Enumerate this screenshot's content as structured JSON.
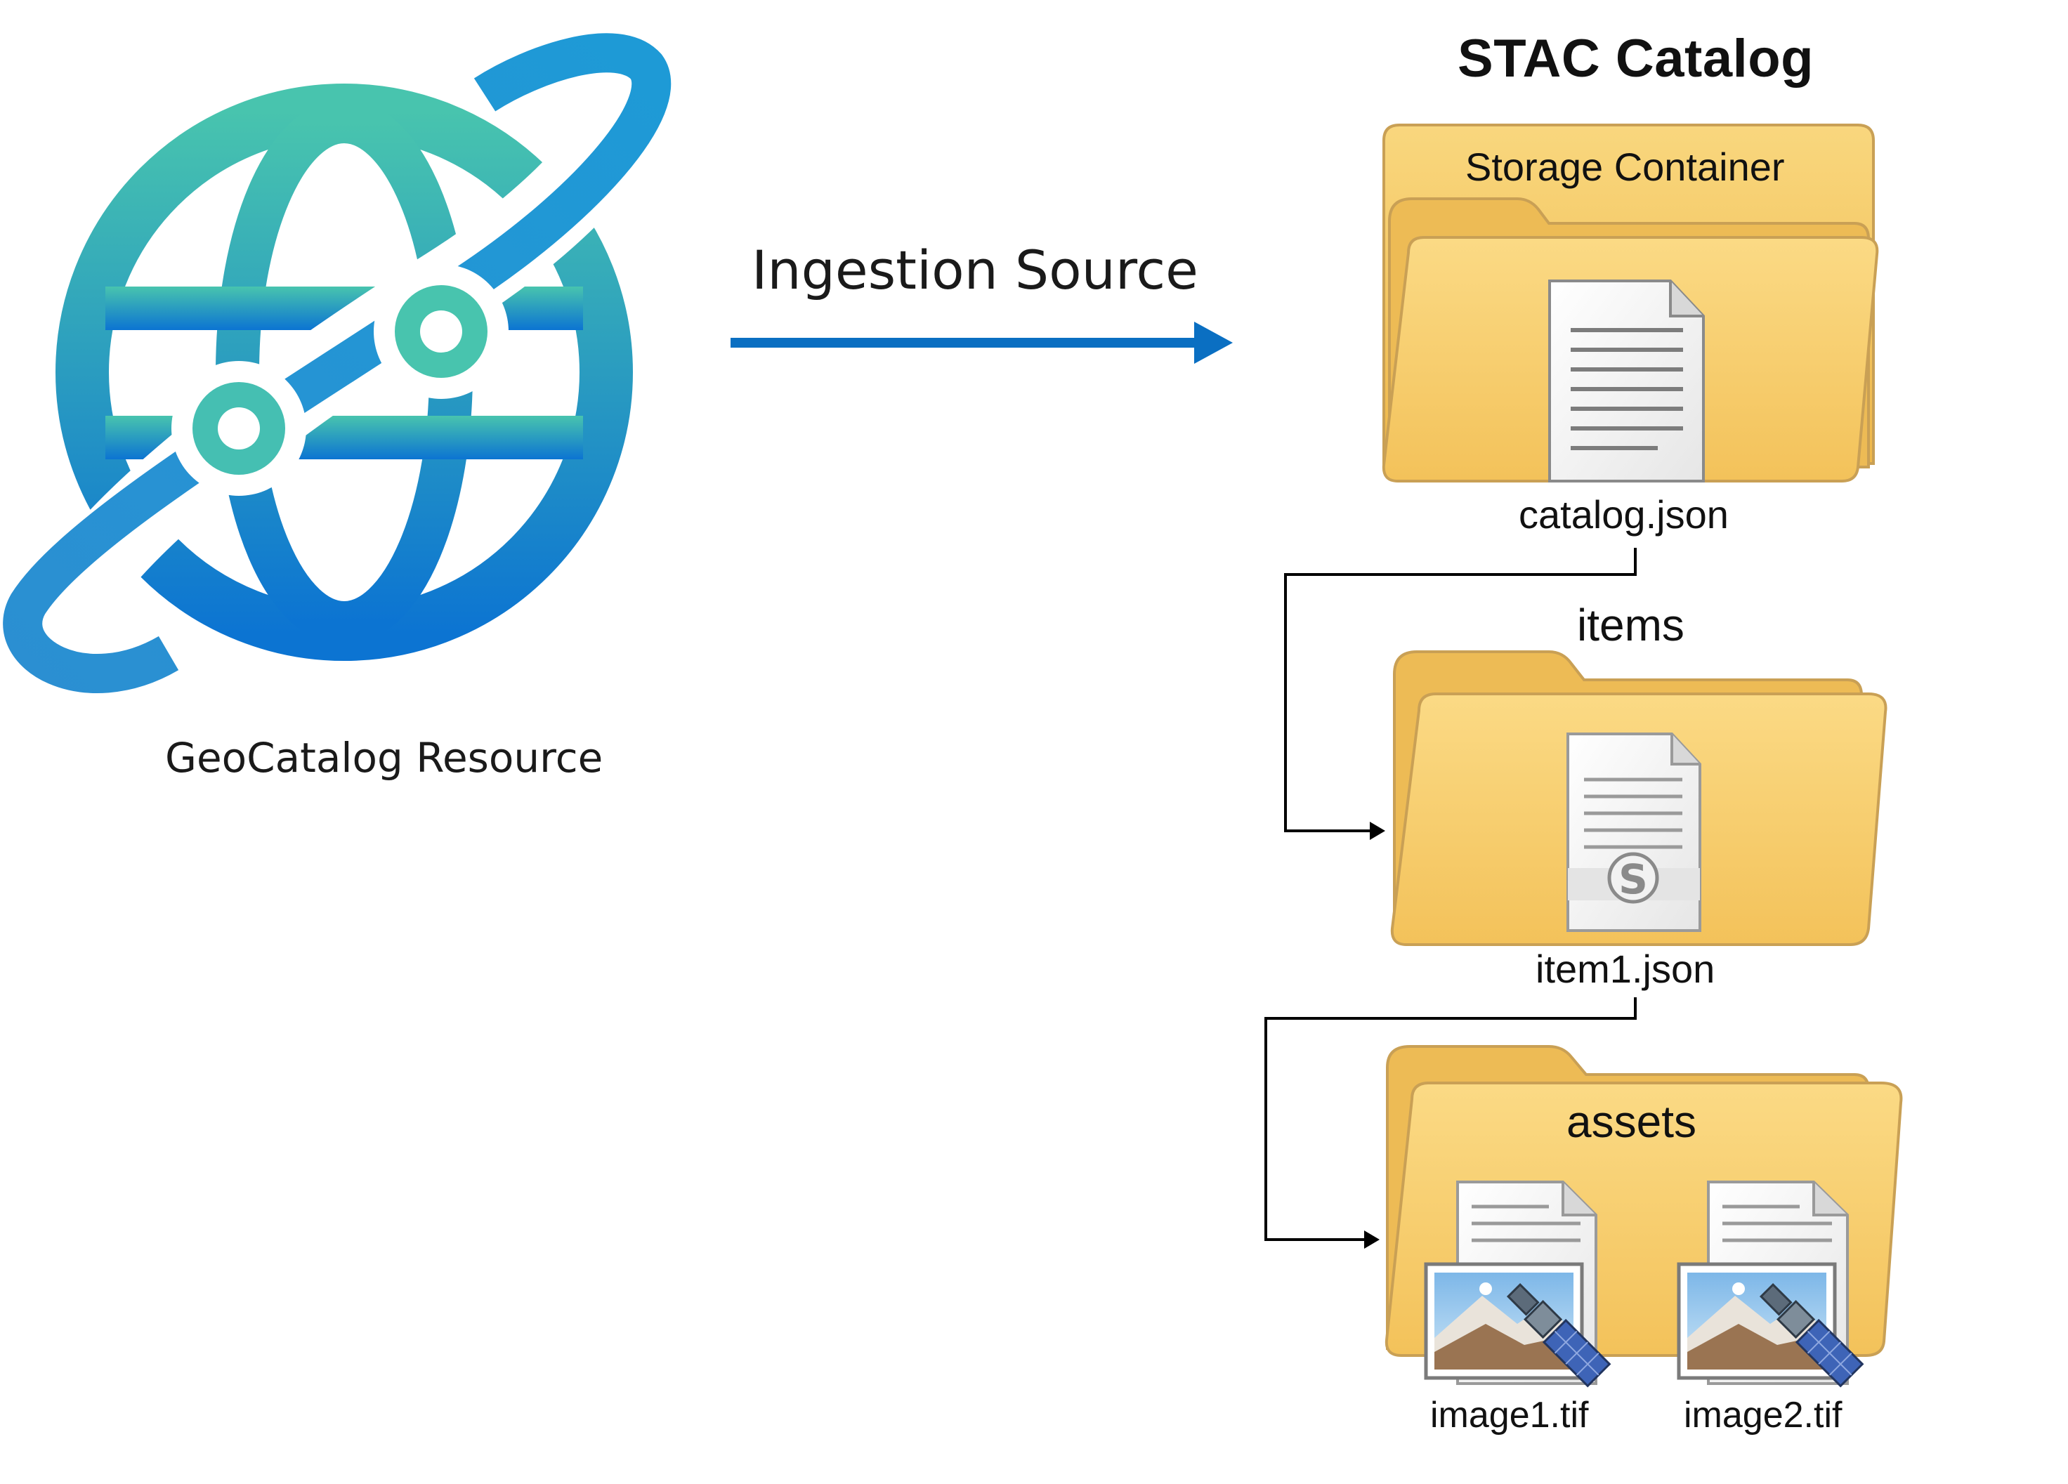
{
  "resource": {
    "label": "GeoCatalog Resource",
    "icon": "globe-orbit-icon",
    "colors": {
      "teal": "#48C4AE",
      "blue": "#0C74D2"
    }
  },
  "flow": {
    "label": "Ingestion Source",
    "arrow_color": "#0A6FC2"
  },
  "catalog": {
    "title": "STAC Catalog",
    "container_label": "Storage Container",
    "catalog_file": "catalog.json",
    "items_label": "items",
    "item_file": "item1.json",
    "assets_label": "assets",
    "asset_files": [
      "image1.tif",
      "image2.tif"
    ],
    "folder_color": "#F6CE6A"
  }
}
